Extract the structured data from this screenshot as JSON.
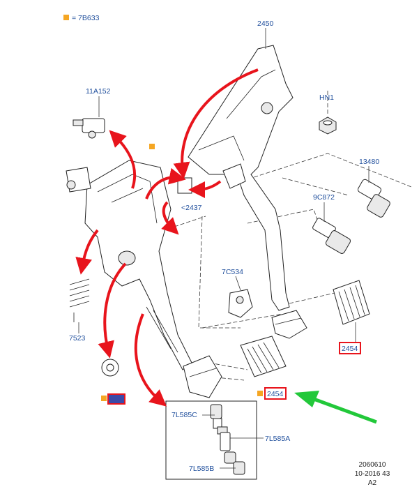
{
  "legend": {
    "code": "= 7B633",
    "marker_color": "#f5a623"
  },
  "labels": {
    "l2450": "2450",
    "l11A152": "11A152",
    "lHN1": "HN1",
    "l13480": "13480",
    "l9C872": "9C872",
    "l2437": "<2437",
    "l7C534": "7C534",
    "l7523": "7523",
    "l2454_right": "2454",
    "l2454_bottom": "2454",
    "l7L585C": "7L585C",
    "l7L585A": "7L585A",
    "l7L585B": "7L585B"
  },
  "reference": {
    "line1": "2060610",
    "line2": "10-2016 43",
    "line3": "A2"
  },
  "colors": {
    "label_blue": "#1f4e9c",
    "callout_red": "#e8141c",
    "highlight_box": "#e8141c",
    "pointer_green": "#22c83a",
    "marker_orange": "#f5a623"
  },
  "icons": [
    "red-curved-arrow",
    "green-pointer-arrow",
    "orange-square-marker"
  ]
}
